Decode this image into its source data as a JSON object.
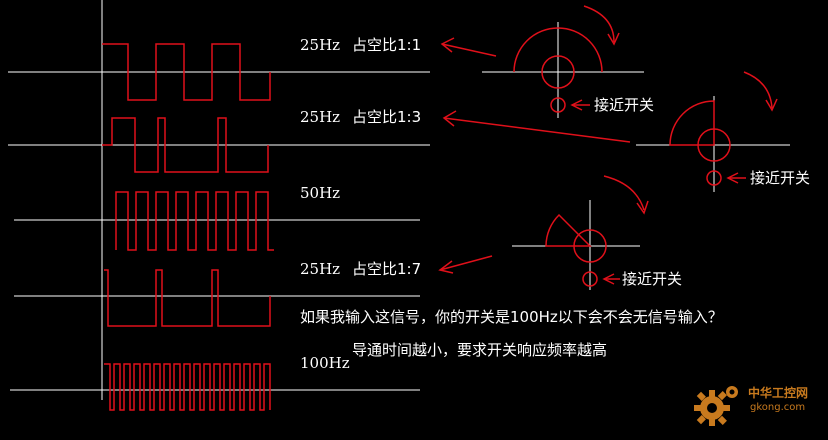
{
  "signals": [
    {
      "freq": "25Hz",
      "duty_label": "占空比1:1"
    },
    {
      "freq": "25Hz",
      "duty_label": "占空比1:3"
    },
    {
      "freq": "50Hz",
      "duty_label": ""
    },
    {
      "freq": "25Hz",
      "duty_label": "占空比1:7"
    },
    {
      "freq": "100Hz",
      "duty_label": ""
    }
  ],
  "sensors": [
    {
      "label": "接近开关"
    },
    {
      "label": "接近开关"
    },
    {
      "label": "接近开关"
    }
  ],
  "question": "如果我输入这信号，你的开关是100Hz以下会不会无信号输入？",
  "answer": "导通时间越小，要求开关响应频率越高",
  "watermark": {
    "line1": "中华工控网",
    "line2": "gkong.com"
  },
  "colors": {
    "signal": "#e0101a",
    "axis": "#ffffff",
    "background": "#000000",
    "watermark": "#c87a1e"
  }
}
